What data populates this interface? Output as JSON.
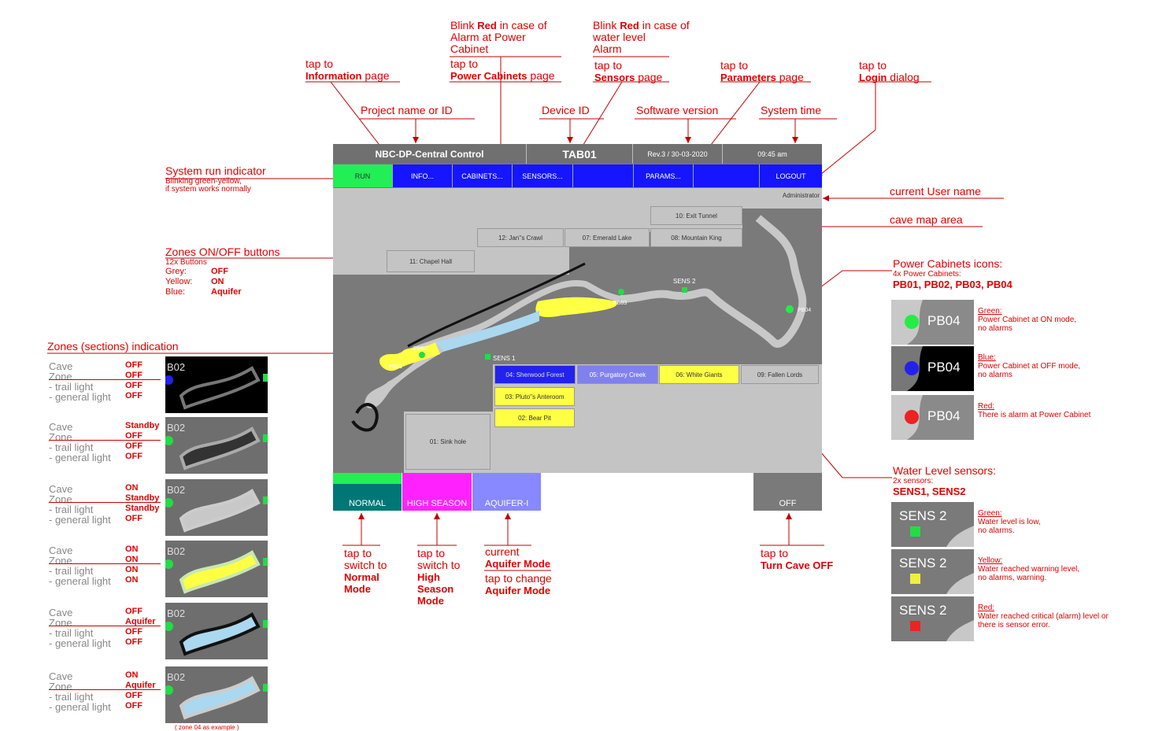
{
  "annotations": {
    "blink_power": "Blink Red in case of Alarm at Power Cabinet",
    "blink_power_l1": "Blink",
    "blink_power_red": "Red",
    "blink_power_l1b": "in case of",
    "blink_power_l2": "Alarm at Power",
    "blink_power_l3": "Cabinet",
    "blink_water_l1": "Blink",
    "blink_water_red": "Red",
    "blink_water_l1b": "in case of",
    "blink_water_l2": "water level",
    "blink_water_l3": "Alarm",
    "tap_info_1": "tap to",
    "tap_info_2b": "Information",
    "tap_info_2": "page",
    "tap_cab_1": "tap to",
    "tap_cab_2b": "Power Cabinets",
    "tap_cab_2": "page",
    "tap_sens_1": "tap to",
    "tap_sens_2b": "Sensors",
    "tap_sens_2": "page",
    "tap_par_1": "tap to",
    "tap_par_2b": "Parameters",
    "tap_par_2": "page",
    "tap_log_1": "tap to",
    "tap_log_2b": "Login",
    "tap_log_2": "dialog",
    "project_name": "Project name or ID",
    "device_id": "Device ID",
    "software_version": "Software version",
    "system_time": "System time",
    "run_indicator": "System run indicator",
    "run_indicator_sub1": "Blinking green-yellow,",
    "run_indicator_sub2": "if system works normally",
    "current_user": "current User name",
    "cave_map": "cave map area",
    "zones_buttons": "Zones ON/OFF buttons",
    "zones_buttons_sub": "12x Buttons",
    "zones_grey": "Grey:",
    "zones_grey_v": "OFF",
    "zones_yellow": "Yellow:",
    "zones_yellow_v": "ON",
    "zones_blue": "Blue:",
    "zones_blue_v": "Aquifer",
    "zones_indication": "Zones (sections) indication",
    "power_icons": "Power Cabinets icons:",
    "power_icons_sub": "4x Power Cabinets:",
    "power_icons_ids": "PB01, PB02, PB03, PB04",
    "water_sensors": "Water Level sensors:",
    "water_sensors_sub": "2x sensors:",
    "water_sensors_ids": "SENS1, SENS2",
    "tap_normal_1": "tap to",
    "tap_normal_2": "switch to",
    "tap_normal_3": "Normal",
    "tap_normal_4": "Mode",
    "tap_high_1": "tap to",
    "tap_high_2": "switch to",
    "tap_high_3": "High",
    "tap_high_4": "Season",
    "tap_high_5": "Mode",
    "aquifer_cur_1": "current",
    "aquifer_cur_2": "Aquifer Mode",
    "aquifer_chg_1": "tap to change",
    "aquifer_chg_2": "Aquifer Mode",
    "turn_off_1": "tap to",
    "turn_off_2": "Turn Cave OFF",
    "example_note": "( zone 04 as example )"
  },
  "header": {
    "project": "NBC-DP-Central Control",
    "device": "TAB01",
    "version": "Rev.3 / 30-03-2020",
    "time": "09:45 am"
  },
  "nav": {
    "run": "RUN",
    "info": "INFO...",
    "cabinets": "CABINETS...",
    "sensors": "SENSORS...",
    "params": "PARAMS...",
    "logout": "LOGOUT"
  },
  "user": "Administrator",
  "zones": {
    "z10": "10: Exit Tunnel",
    "z12": "12: Jan''s Crawl",
    "z07": "07: Emerald Lake",
    "z08": "08: Mountain King",
    "z11": "11: Chapel Hall",
    "z04": "04: Sherwood Forest",
    "z05": "05: Purgatory Creek",
    "z06": "06: White Giants",
    "z09": "09: Fallen Lords",
    "z03": "03: Pluto''s Anteroom",
    "z02": "02: Bear Pit",
    "z01": "01: Sink hole"
  },
  "map_labels": {
    "sens2": "SENS 2",
    "sens1": "SENS 1",
    "pb01": "PB01",
    "pb02": "PB02",
    "pb03": "PB03",
    "pb04": "PB04"
  },
  "modes": {
    "normal": "NORMAL",
    "high": "HIGH SEASON",
    "aquifer": "AQUIFER-I",
    "off": "OFF"
  },
  "zone_states": [
    {
      "l1": "Cave",
      "v1": "OFF",
      "l2": "Zone",
      "v2": "OFF",
      "l3": "- trail light",
      "v3": "OFF",
      "l4": "- general light",
      "v4": "OFF"
    },
    {
      "l1": "Cave",
      "v1": "Standby",
      "l2": "Zone",
      "v2": "OFF",
      "l3": "- trail light",
      "v3": "OFF",
      "l4": "- general light",
      "v4": "OFF"
    },
    {
      "l1": "Cave",
      "v1": "ON",
      "l2": "Zone",
      "v2": "Standby",
      "l3": "- trail light",
      "v3": "Standby",
      "l4": "- general light",
      "v4": "OFF"
    },
    {
      "l1": "Cave",
      "v1": "ON",
      "l2": "Zone",
      "v2": "ON",
      "l3": "- trail light",
      "v3": "ON",
      "l4": "- general light",
      "v4": "ON"
    },
    {
      "l1": "Cave",
      "v1": "OFF",
      "l2": "Zone",
      "v2": "Aquifer",
      "l3": "- trail light",
      "v3": "OFF",
      "l4": "- general light",
      "v4": "OFF"
    },
    {
      "l1": "Cave",
      "v1": "ON",
      "l2": "Zone",
      "v2": "Aquifer",
      "l3": "- trail light",
      "v3": "OFF",
      "l4": "- general light",
      "v4": "OFF"
    }
  ],
  "thumb_label": "B02",
  "pb_legend": [
    {
      "icon": "PB04",
      "title": "Green:",
      "d1": "Power Cabinet at ON mode,",
      "d2": "no alarms",
      "color": "#22ee44"
    },
    {
      "icon": "PB04",
      "title": "Blue:",
      "d1": "Power Cabinet at OFF mode,",
      "d2": "no alarms",
      "color": "#2222ee"
    },
    {
      "icon": "PB04",
      "title": "Red:",
      "d1": "There is alarm at Power Cabinet",
      "d2": "",
      "color": "#ee2222"
    }
  ],
  "sens_legend": [
    {
      "icon": "SENS 2",
      "title": "Green:",
      "d1": "Water level is low,",
      "d2": "no alarms.",
      "color": "#22dd44"
    },
    {
      "icon": "SENS 2",
      "title": "Yellow:",
      "d1": "Water reached warning level,",
      "d2": "no alarms, warning.",
      "color": "#f0f040"
    },
    {
      "icon": "SENS 2",
      "title": "Red:",
      "d1": "Water reached critical (alarm) level or",
      "d2": "there is sensor error.",
      "color": "#ee2222"
    }
  ],
  "colors": {
    "annotation": "#e00000",
    "nav_blue": "#1515ff",
    "run_green": "#22ee55",
    "zone_yellow": "#ffff44",
    "zone_blue": "#2222ee",
    "mode_magenta": "#ff22ff",
    "mode_aquifer": "#8888ff",
    "mode_teal": "#007777"
  }
}
